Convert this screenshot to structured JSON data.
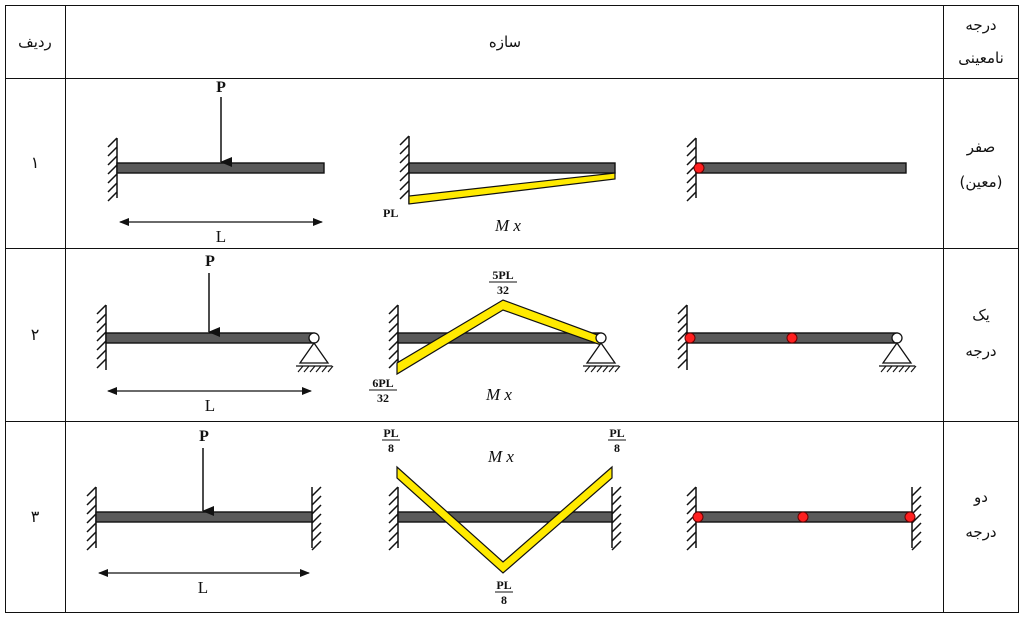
{
  "table": {
    "header": {
      "col_row": "ردیف",
      "col_structure": "سازه",
      "col_degree_line1": "درجه",
      "col_degree_line2": "نامعینی"
    },
    "rows": [
      {
        "number": "۱",
        "degree_line1": "صفر",
        "degree_line2": "(معین)"
      },
      {
        "number": "۲",
        "degree_line1": "یک",
        "degree_line2": "درجه"
      },
      {
        "number": "۳",
        "degree_line1": "دو",
        "degree_line2": "درجه"
      }
    ]
  },
  "labels": {
    "load": "P",
    "length": "L",
    "moment_diagram": "M x",
    "r1_moment": "PL",
    "r2_moment_top_num": "5PL",
    "r2_moment_top_den": "32",
    "r2_moment_fixed_num": "6PL",
    "r2_moment_fixed_den": "32",
    "r3_moment_end_num": "PL",
    "r3_moment_end_den": "8",
    "r3_moment_mid_num": "PL",
    "r3_moment_mid_den": "8"
  },
  "colors": {
    "beam": "#5a5a5a",
    "moment_fill": "#ffea00",
    "plastic_hinge": "#ff2020"
  }
}
